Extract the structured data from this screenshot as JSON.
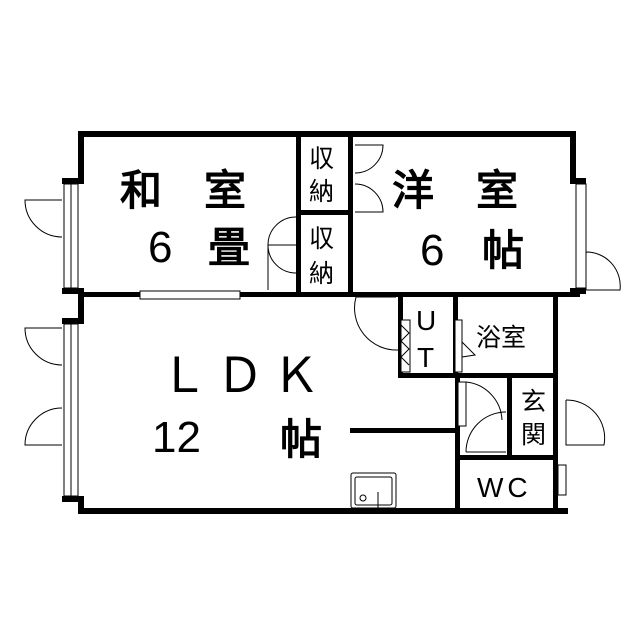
{
  "rooms": {
    "washitsu": {
      "name": "和　室",
      "size_num": "6",
      "size_unit": "畳"
    },
    "yoshitsu": {
      "name": "洋　室",
      "size_num": "6",
      "size_unit": "帖"
    },
    "storage_upper": {
      "line1": "収",
      "line2": "納"
    },
    "storage_lower": {
      "line1": "収",
      "line2": "納"
    },
    "ldk": {
      "name": "ＬＤＫ",
      "size_num": "12",
      "size_unit": "帖"
    },
    "ut": {
      "line1": "U",
      "line2": "T"
    },
    "bath": {
      "name": "浴室"
    },
    "entrance": {
      "line1": "玄",
      "line2": "関"
    },
    "wc": {
      "name": "WC"
    }
  }
}
